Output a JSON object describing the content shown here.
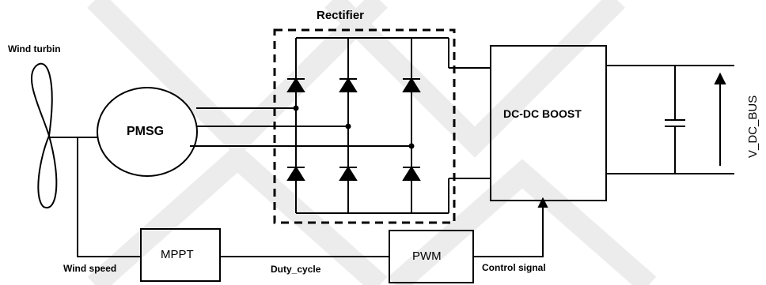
{
  "diagram": {
    "wind_turbine_label": "Wind turbin",
    "generator_label": "PMSG",
    "rectifier_label": "Rectifier",
    "boost_label": "DC-DC BOOST",
    "mppt_label": "MPPT",
    "pwm_label": "PWM",
    "output_voltage_label": "V_DC_BUS",
    "wind_speed_label": "Wind speed",
    "duty_cycle_label": "Duty_cycle",
    "control_signal_label": "Control signal"
  },
  "colors": {
    "line": "#000000",
    "watermark": "#e9e9e9"
  }
}
